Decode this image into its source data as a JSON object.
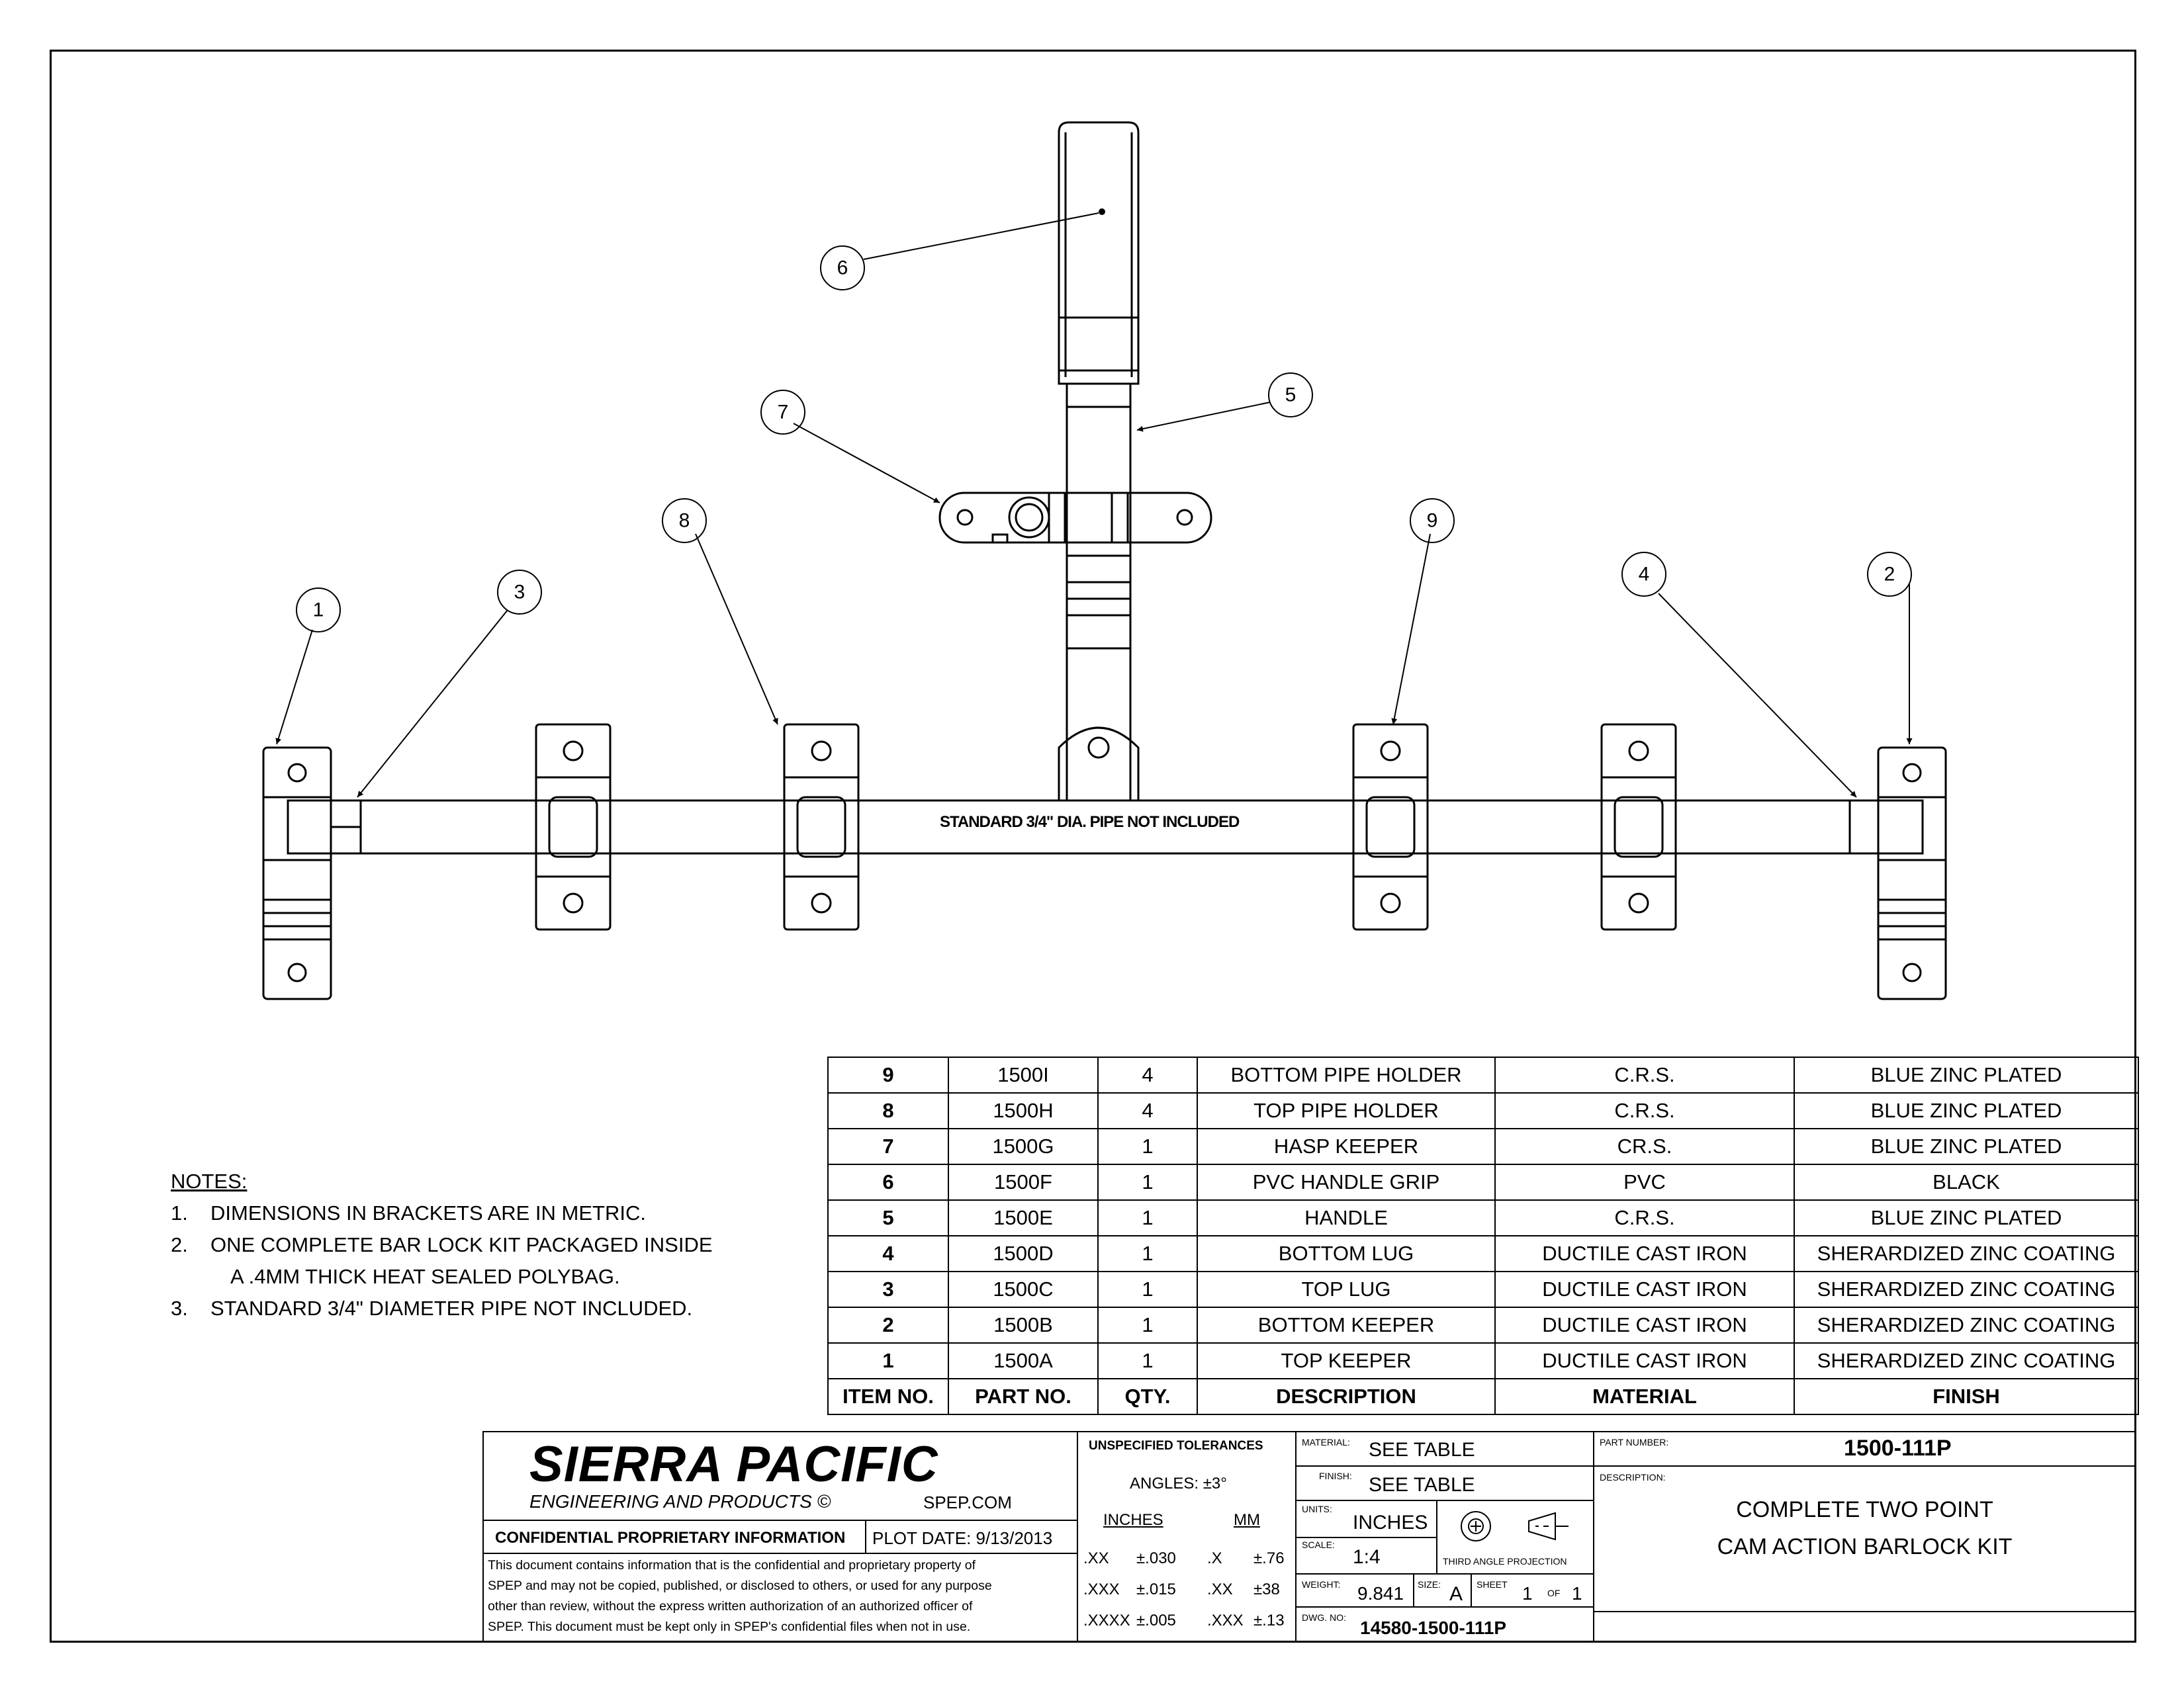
{
  "drawing": {
    "pipe_label": "STANDARD 3/4\" DIA. PIPE NOT INCLUDED",
    "balloons": [
      "1",
      "2",
      "3",
      "4",
      "5",
      "6",
      "7",
      "8",
      "9"
    ]
  },
  "notes": {
    "heading": "NOTES:",
    "items": [
      {
        "num": "1.",
        "text": "DIMENSIONS IN BRACKETS ARE IN METRIC."
      },
      {
        "num": "2.",
        "text": "ONE COMPLETE BAR LOCK KIT PACKAGED INSIDE",
        "cont": "A .4MM THICK HEAT SEALED POLYBAG."
      },
      {
        "num": "3.",
        "text": "STANDARD 3/4\" DIAMETER PIPE NOT INCLUDED."
      }
    ]
  },
  "bom": {
    "headers": [
      "ITEM NO.",
      "PART NO.",
      "QTY.",
      "DESCRIPTION",
      "MATERIAL",
      "FINISH"
    ],
    "rows": [
      [
        "9",
        "1500I",
        "4",
        "BOTTOM PIPE HOLDER",
        "C.R.S.",
        "BLUE ZINC PLATED"
      ],
      [
        "8",
        "1500H",
        "4",
        "TOP PIPE HOLDER",
        "C.R.S.",
        "BLUE ZINC PLATED"
      ],
      [
        "7",
        "1500G",
        "1",
        "HASP KEEPER",
        "CR.S.",
        "BLUE ZINC PLATED"
      ],
      [
        "6",
        "1500F",
        "1",
        "PVC HANDLE GRIP",
        "PVC",
        "BLACK"
      ],
      [
        "5",
        "1500E",
        "1",
        "HANDLE",
        "C.R.S.",
        "BLUE ZINC PLATED"
      ],
      [
        "4",
        "1500D",
        "1",
        "BOTTOM LUG",
        "DUCTILE CAST IRON",
        "SHERARDIZED ZINC COATING"
      ],
      [
        "3",
        "1500C",
        "1",
        "TOP LUG",
        "DUCTILE CAST IRON",
        "SHERARDIZED ZINC COATING"
      ],
      [
        "2",
        "1500B",
        "1",
        "BOTTOM KEEPER",
        "DUCTILE CAST IRON",
        "SHERARDIZED ZINC COATING"
      ],
      [
        "1",
        "1500A",
        "1",
        "TOP KEEPER",
        "DUCTILE CAST IRON",
        "SHERARDIZED ZINC COATING"
      ]
    ]
  },
  "title_block": {
    "company": "SIERRA PACIFIC",
    "company_sub": "ENGINEERING AND PRODUCTS",
    "copyright": "©",
    "website": "SPEP.COM",
    "confidential": "CONFIDENTIAL PROPRIETARY INFORMATION",
    "plot_date": "PLOT DATE:  9/13/2013",
    "disclaimer_lines": [
      "This document contains information that is the confidential and proprietary property of",
      "SPEP and may not be copied, published, or disclosed to others, or used for any purpose",
      "other than review, without the express written authorization of an authorized officer of",
      "SPEP. This document must be kept only in SPEP's confidential files when not in use."
    ],
    "tolerances": {
      "title": "UNSPECIFIED TOLERANCES",
      "angles": "ANGLES:  ±3°",
      "inches_hdr": "INCHES",
      "mm_hdr": "MM",
      "inches": [
        [
          ".XX",
          "±.030"
        ],
        [
          ".XXX",
          "±.015"
        ],
        [
          ".XXXX",
          "±.005"
        ]
      ],
      "mm": [
        [
          ".X",
          "±.76"
        ],
        [
          ".XX",
          "±38"
        ],
        [
          ".XXX",
          "±.13"
        ]
      ]
    },
    "material_label": "MATERIAL:",
    "material": "SEE TABLE",
    "finish_label": "FINISH:",
    "finish": "SEE TABLE",
    "units_label": "UNITS:",
    "units": "INCHES",
    "projection": "THIRD ANGLE PROJECTION",
    "scale_label": "SCALE:",
    "scale": "1:4",
    "weight_label": "WEIGHT:",
    "weight": "9.841",
    "size_label": "SIZE:",
    "size": "A",
    "sheet_label": "SHEET",
    "sheet": "1",
    "of_label": "OF",
    "sheet_total": "1",
    "dwg_label": "DWG. NO:",
    "dwg_no": "14580-1500-111P",
    "part_number_label": "PART NUMBER:",
    "part_number": "1500-111P",
    "description_label": "DESCRIPTION:",
    "description_lines": [
      "COMPLETE TWO POINT",
      "CAM ACTION BARLOCK KIT"
    ]
  }
}
